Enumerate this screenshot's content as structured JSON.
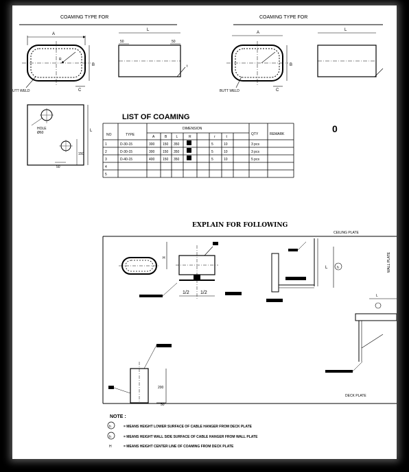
{
  "header_left": "COAMING TYPE FOR",
  "header_right": "COAMING TYPE FOR",
  "views": {
    "dim_a": "A",
    "dim_l": "L",
    "dim_b": "B",
    "dim_r": "R",
    "dim_c": "C",
    "dim_t": "t",
    "dim_50": "50",
    "butt_weld_left": "UTT WELD",
    "butt_weld_right": "BUTT WELD",
    "plate_hole_label": "HOLE",
    "plate_hole_dim": "Ø60",
    "plate_dim_150": "150",
    "plate_dim_50": "50",
    "plate_dim_l": "L"
  },
  "coaming_table": {
    "title": "LIST OF COAMING",
    "headers": {
      "no": "NO",
      "type": "TYPE",
      "dimension": "DIMENSION",
      "qty": "QTY",
      "remark": "REMARK"
    },
    "sub_headers": [
      "A",
      "B",
      "L",
      "R",
      "r",
      "t"
    ],
    "rows": [
      {
        "no": "1",
        "type": "D-30-15",
        "a": "300",
        "b": "150",
        "l": "350",
        "r2": "5",
        "t": "10",
        "qty": "3 pcs",
        "remark": ""
      },
      {
        "no": "2",
        "type": "D-30-15",
        "a": "300",
        "b": "150",
        "l": "350",
        "r2": "5",
        "t": "10",
        "qty": "3 pcs",
        "remark": ""
      },
      {
        "no": "3",
        "type": "D-40-15",
        "a": "400",
        "b": "150",
        "l": "350",
        "r2": "5",
        "t": "10",
        "qty": "5 pcs",
        "remark": ""
      },
      {
        "no": "4",
        "type": "",
        "a": "",
        "b": "",
        "l": "",
        "r2": "",
        "t": "",
        "qty": "",
        "remark": ""
      },
      {
        "no": "5",
        "type": "",
        "a": "",
        "b": "",
        "l": "",
        "r2": "",
        "t": "",
        "qty": "",
        "remark": ""
      }
    ],
    "side_mark": "0"
  },
  "explain": {
    "title": "EXPLAIN FOR FOLLOWING",
    "ceiling_plate": "CEILING PLATE",
    "wall_plate": "WALL PLATE",
    "deck_plate": "DECK PLATE",
    "dim_h": "H",
    "dim_half_left": "1/2",
    "dim_half_right": "1/2",
    "dim_l": "L",
    "circled_h": "h",
    "dim_200": "200",
    "dim_50": "50"
  },
  "notes": {
    "title": "NOTE :",
    "items": [
      {
        "symbol": "h",
        "text": "= MEANS HEIGHT LOWER SURFACE OF CABLE HANGER FROM DECK PLATE"
      },
      {
        "symbol": "h",
        "text": "= MEANS HEIGHT WALL SIDE SURFACE OF CABLE HANGER FROM WALL PLATE"
      },
      {
        "symbol": "H",
        "text": "= MEANS HEIGHT CENTER LINE OF COAMING FROM DECK PLATE"
      }
    ]
  }
}
